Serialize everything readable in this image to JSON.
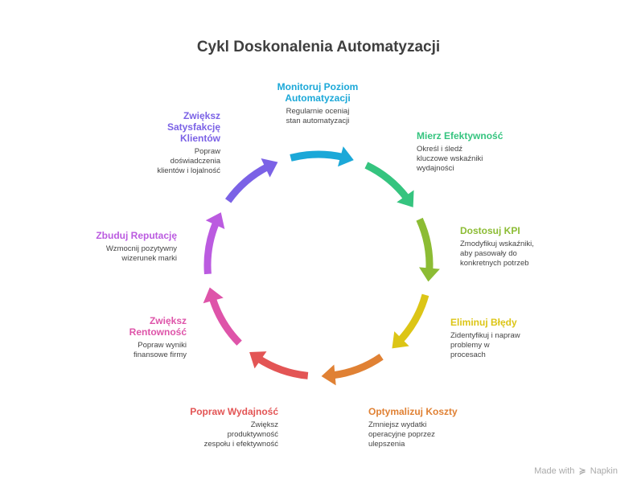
{
  "title": "Cykl Doskonalenia Automatyzacji",
  "steps": [
    {
      "title": "Monitoruj Poziom Automatyzacji",
      "title_lines": [
        "Monitoruj Poziom",
        "Automatyzacji"
      ],
      "desc_lines": [
        "Regularnie oceniaj",
        "stan automatyzacji"
      ],
      "color": "#1ba8d8"
    },
    {
      "title": "Mierz Efektywność",
      "title_lines": [
        "Mierz Efektywność"
      ],
      "desc_lines": [
        "Określ i śledź",
        "kluczowe wskaźniki",
        "wydajności"
      ],
      "color": "#35c47f"
    },
    {
      "title": "Dostosuj KPI",
      "title_lines": [
        "Dostosuj KPI"
      ],
      "desc_lines": [
        "Zmodyfikuj wskaźniki,",
        "aby pasowały do",
        "konkretnych potrzeb"
      ],
      "color": "#8cbc34"
    },
    {
      "title": "Eliminuj Błędy",
      "title_lines": [
        "Eliminuj Błędy"
      ],
      "desc_lines": [
        "Zidentyfikuj i napraw",
        "problemy w",
        "procesach"
      ],
      "color": "#dcc516"
    },
    {
      "title": "Optymalizuj Koszty",
      "title_lines": [
        "Optymalizuj Koszty"
      ],
      "desc_lines": [
        "Zmniejsz wydatki",
        "operacyjne poprzez",
        "ulepszenia"
      ],
      "color": "#e08134"
    },
    {
      "title": "Popraw Wydajność",
      "title_lines": [
        "Popraw Wydajność"
      ],
      "desc_lines": [
        "Zwiększ",
        "produktywność",
        "zespołu i efektywność"
      ],
      "color": "#e35555"
    },
    {
      "title": "Zwiększ Rentowność",
      "title_lines": [
        "Zwiększ",
        "Rentowność"
      ],
      "desc_lines": [
        "Popraw wyniki",
        "finansowe firmy"
      ],
      "color": "#de54a9"
    },
    {
      "title": "Zbuduj Reputację",
      "title_lines": [
        "Zbuduj Reputację"
      ],
      "desc_lines": [
        "Wzmocnij pozytywny",
        "wizerunek marki"
      ],
      "color": "#bb5be0"
    },
    {
      "title": "Zwiększ Satysfakcję Klientów",
      "title_lines": [
        "Zwiększ",
        "Satysfakcję",
        "Klientów"
      ],
      "desc_lines": [
        "Popraw",
        "doświadczenia",
        "klientów i lojalność"
      ],
      "color": "#7b62e6"
    }
  ],
  "footer": {
    "made_with": "Made with",
    "brand": "Napkin",
    "logo_glyph": "≽"
  }
}
